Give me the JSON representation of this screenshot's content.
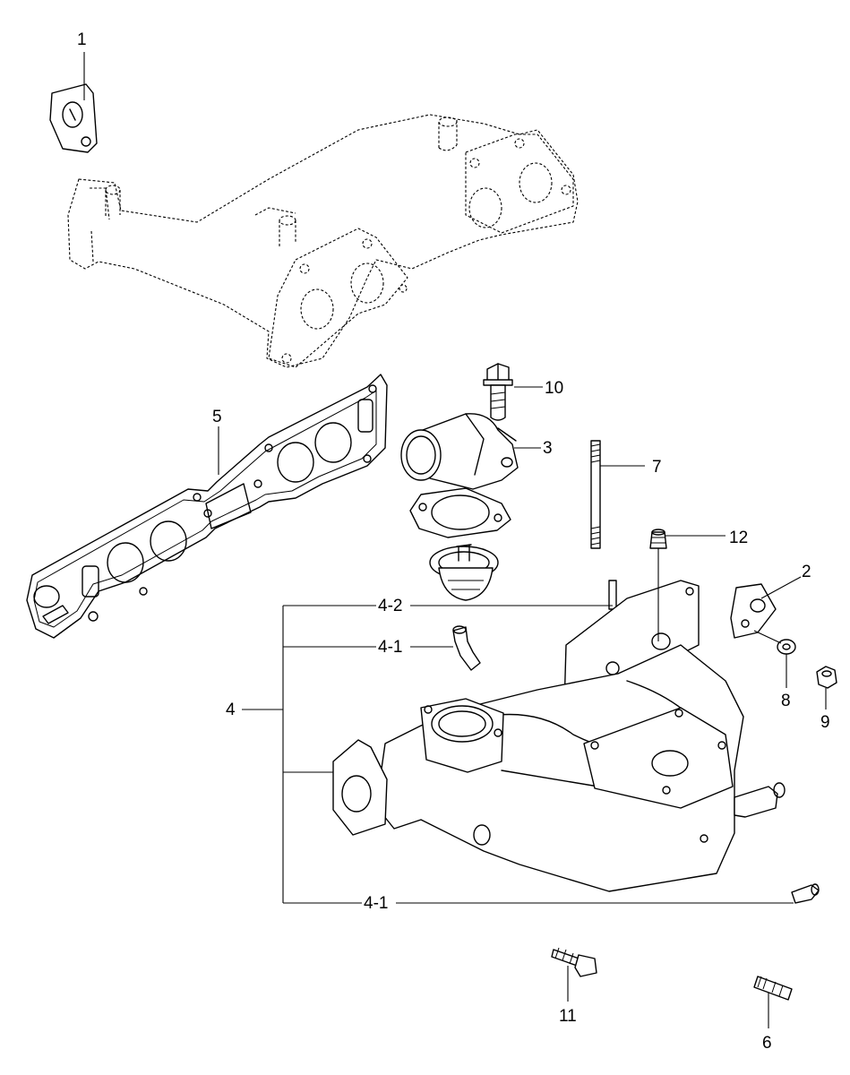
{
  "callouts": {
    "c1": "1",
    "c2": "2",
    "c3": "3",
    "c4": "4",
    "c4_1_top": "4-1",
    "c4_1_bottom": "4-1",
    "c4_2": "4-2",
    "c5": "5",
    "c6": "6",
    "c7": "7",
    "c8": "8",
    "c9": "9",
    "c10": "10",
    "c11": "11",
    "c12": "12"
  }
}
